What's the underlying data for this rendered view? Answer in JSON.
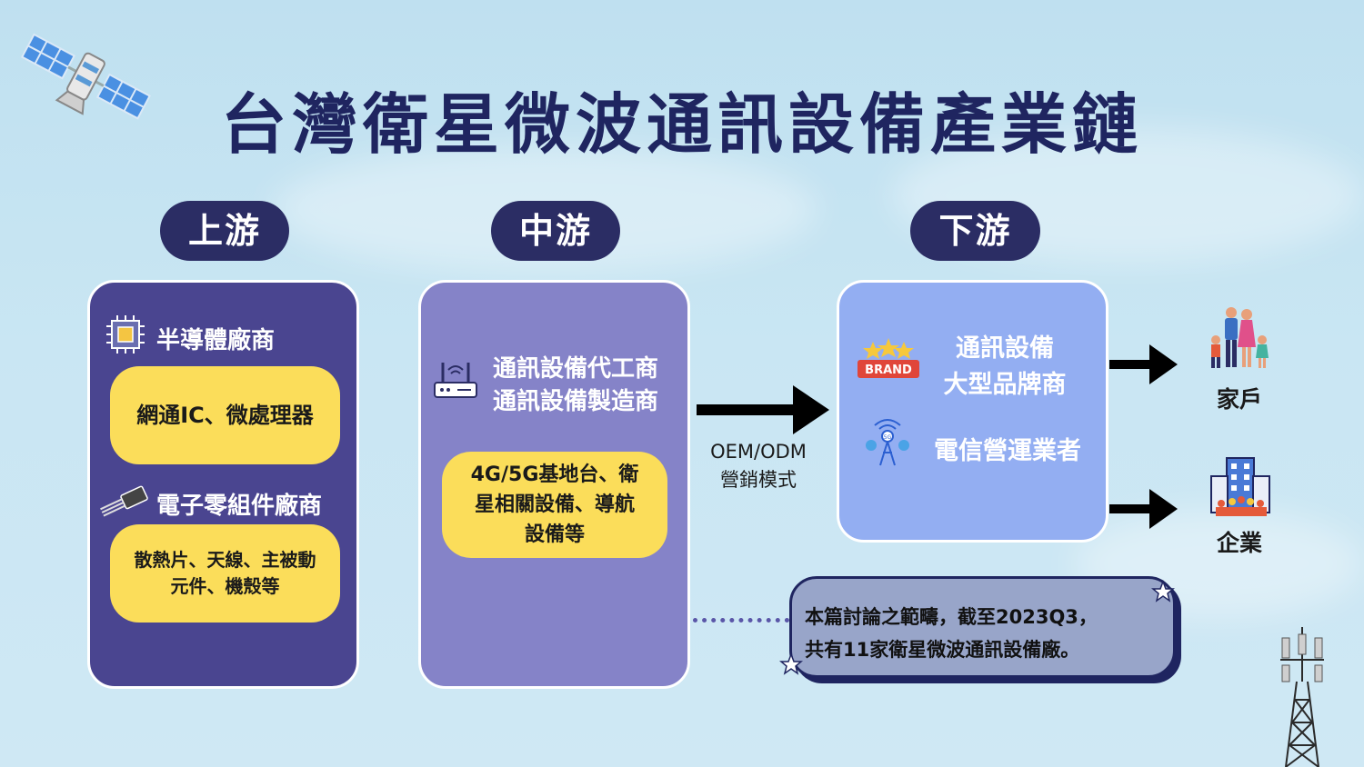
{
  "title": "台灣衛星微波通訊設備產業鏈",
  "stages": {
    "upstream": "上游",
    "midstream": "中游",
    "downstream": "下游"
  },
  "upstream": {
    "category1": "半導體廠商",
    "box1": "網通IC、微處理器",
    "category2": "電子零組件廠商",
    "box2_line1": "散熱片、天線、主被動",
    "box2_line2": "元件、機殼等"
  },
  "midstream": {
    "line1": "通訊設備代工商",
    "line2": "通訊設備製造商",
    "box_line1": "4G/5G基地台、衛",
    "box_line2": "星相關設備、導航",
    "box_line3": "設備等"
  },
  "flow": {
    "label_line1": "OEM/ODM",
    "label_line2": "營銷模式"
  },
  "downstream": {
    "brand_line1": "通訊設備",
    "brand_line2": "大型品牌商",
    "brand_badge": "BRAND",
    "telecom": "電信營運業者"
  },
  "customers": {
    "household": "家戶",
    "enterprise": "企業"
  },
  "note": {
    "line1": "本篇討論之範疇，截至2023Q3，",
    "line2": "共有11家衛星微波通訊設備廠。"
  },
  "colors": {
    "navy": "#2b2d64",
    "upstream_panel": "#4a4590",
    "midstream_panel": "#8583c8",
    "downstream_panel": "#93aef2",
    "yellow": "#fbdd5a",
    "note_bg": "#98a5c9"
  },
  "icons": [
    "satellite-icon",
    "chip-icon",
    "transistor-icon",
    "router-icon",
    "brand-icon",
    "tower-5g-icon",
    "family-icon",
    "office-building-icon",
    "cell-tower-icon"
  ]
}
